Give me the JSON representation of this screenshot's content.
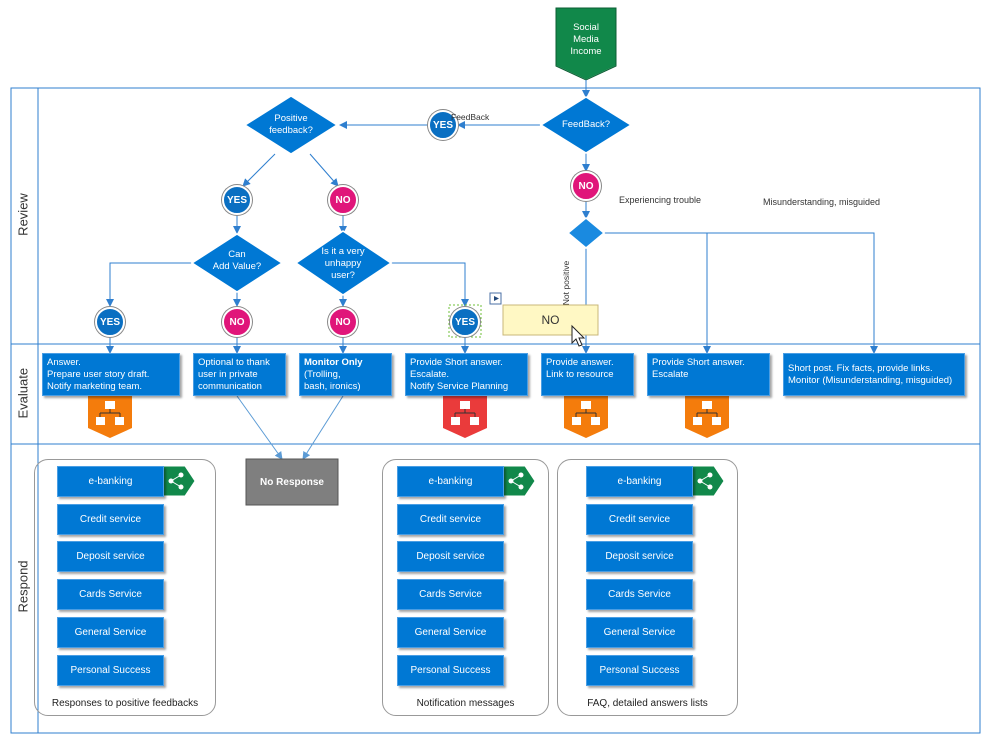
{
  "start": {
    "label": "Social\nMedia\nIncome"
  },
  "lanes": {
    "review": "Review",
    "evaluate": "Evaluate",
    "respond": "Respond"
  },
  "decisions": {
    "feedback": "FeedBack?",
    "positive": "Positive\nfeedback?",
    "add_value": "Can\nAdd Value?",
    "unhappy": "Is it a very\nunhappy\nuser?"
  },
  "circles": {
    "yes": "YES",
    "no": "NO"
  },
  "notes": {
    "feedback_label": "FeedBack",
    "experiencing": "Experiencing trouble",
    "misunderstanding": "Misunderstanding, misguided",
    "positive_rot": "Not positive"
  },
  "tooltip": {
    "label": "NO"
  },
  "evaluate": {
    "answer": "Answer.\nPrepare user story draft.\nNotify marketing team.",
    "optional": "Optional to thank\nuser in private\ncommunication",
    "monitor_title": "Monitor Only",
    "monitor_rest": "(Trolling,\nbash, ironics)",
    "short_escalate_notify": "Provide Short answer.\nEscalate.\nNotify Service Planning",
    "provide_link": "Provide answer.\nLink to resource",
    "short_escalate": "Provide Short answer.\nEscalate",
    "short_post": "Short post. Fix facts, provide links.\nMonitor (Misunderstanding, misguided)"
  },
  "respond": {
    "no_response": "No Response",
    "services": [
      "e-banking",
      "Credit service",
      "Deposit service",
      "Cards Service",
      "General Service",
      "Personal Success"
    ],
    "services_b": [
      "e-banking",
      "Credit service",
      "Deposit service",
      "Cards Service",
      "General Service",
      "Personal Success"
    ],
    "services_c": [
      "e-banking",
      "Credit service",
      "Deposit service",
      "Cards Service",
      "General Service",
      "Personal Success"
    ],
    "group_captions": [
      "Responses to positive feedbacks",
      "Notification messages",
      "FAQ, detailed answers lists"
    ]
  },
  "colors": {
    "blue": "#0078d4",
    "pink": "#e0157a",
    "green": "#11884a",
    "orange": "#f47c0c",
    "red": "#ea3b3b",
    "gray": "#7f7f7f"
  },
  "icons": [
    "workflow-icon",
    "hierarchy-icon",
    "cursor-icon"
  ]
}
